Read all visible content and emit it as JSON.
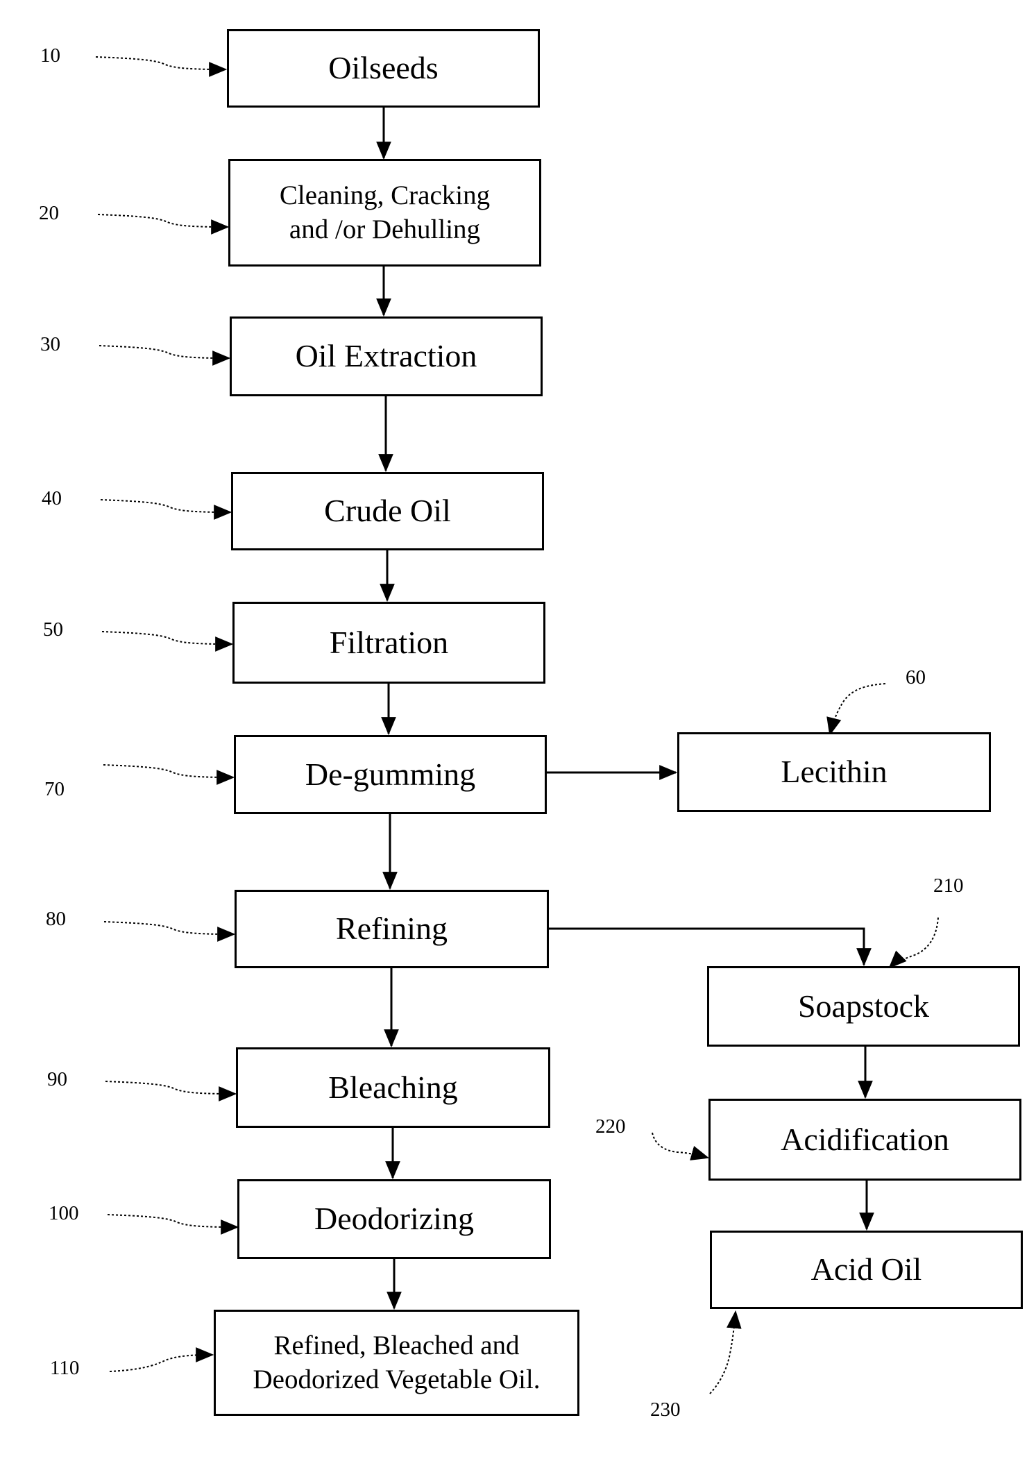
{
  "steps": {
    "oilseeds": "Oilseeds",
    "cleaning_line1": "Cleaning, Cracking",
    "cleaning_line2": "and /or Dehulling",
    "oil_extraction": "Oil Extraction",
    "crude_oil": "Crude Oil",
    "filtration": "Filtration",
    "degumming": "De-gumming",
    "lecithin": "Lecithin",
    "refining": "Refining",
    "soapstock": "Soapstock",
    "bleaching": "Bleaching",
    "acidification": "Acidification",
    "deodorizing": "Deodorizing",
    "acid_oil": "Acid Oil",
    "final_line1": "Refined, Bleached and",
    "final_line2": "Deodorized  Vegetable Oil."
  },
  "refs": {
    "r10": "10",
    "r20": "20",
    "r30": "30",
    "r40": "40",
    "r50": "50",
    "r60": "60",
    "r70": "70",
    "r80": "80",
    "r90": "90",
    "r100": "100",
    "r110": "110",
    "r210": "210",
    "r220": "220",
    "r230": "230"
  }
}
